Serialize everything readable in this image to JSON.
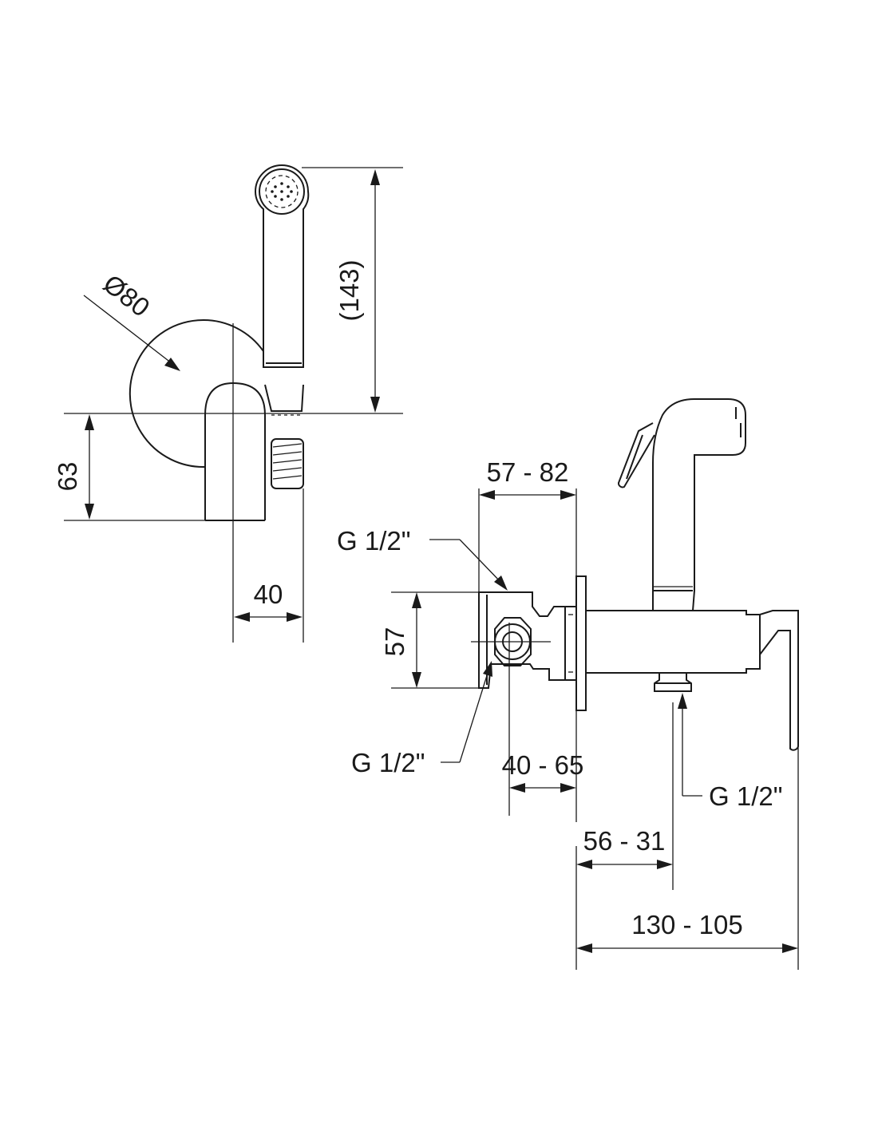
{
  "left_view": {
    "diameter_label": "Ø80",
    "hose_height_label": "(143)",
    "holder_height_label": "63",
    "depth_label": "40"
  },
  "right_view": {
    "range_top_label": "57 - 82",
    "thread_top_label": "G 1/2\"",
    "body_height_label": "57",
    "thread_bottom_label": "G 1/2\"",
    "range_mid_label": "40 - 65",
    "thread_outlet_label": "G 1/2\"",
    "range_outlet_label": "56 - 31",
    "range_total_label": "130 - 105"
  }
}
